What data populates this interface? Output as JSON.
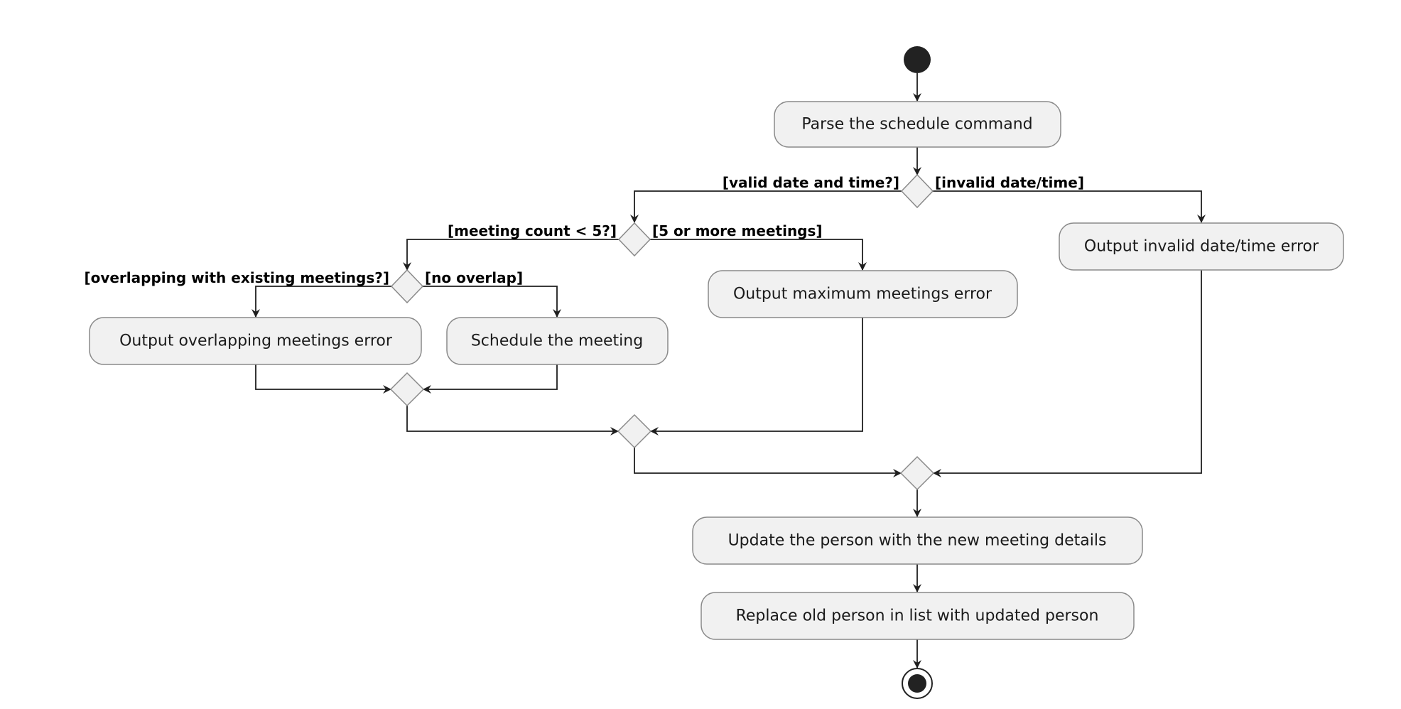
{
  "activities": {
    "parse": "Parse the schedule command",
    "invalid_error": "Output invalid date/time error",
    "max_error": "Output maximum meetings error",
    "overlap_error": "Output overlapping meetings error",
    "schedule": "Schedule the meeting",
    "update": "Update the person with the new meeting details",
    "replace": "Replace old person in list with updated person"
  },
  "guards": {
    "valid_date_time": "[valid date and time?]",
    "invalid_date_time": "[invalid date/time]",
    "meeting_count": "[meeting count < 5?]",
    "five_or_more": "[5 or more meetings]",
    "overlapping": "[overlapping with existing meetings?]",
    "no_overlap": "[no overlap]"
  },
  "colors": {
    "node_fill": "#f1f1f1",
    "node_stroke": "#8a8a8a",
    "edge": "#1f1f1f",
    "start_node": "#222222"
  }
}
